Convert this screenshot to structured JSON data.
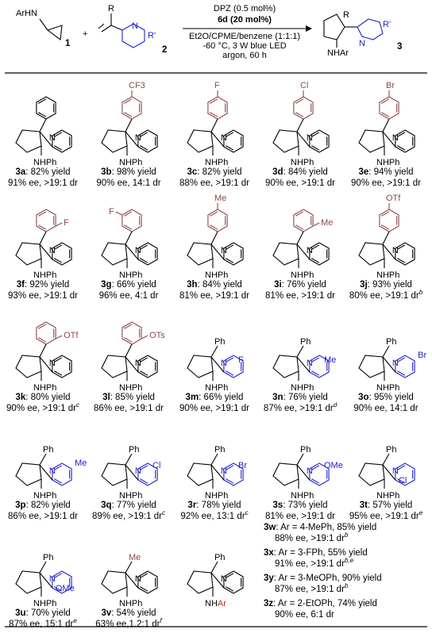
{
  "header": {
    "reactant1_label": "ArHN",
    "reactant1_num": "1",
    "plus": "+",
    "reactant2_r": "R",
    "n": "N",
    "reactant2_rprime": "R'",
    "reactant2_num": "2",
    "conditions": [
      "DPZ (0.5 mol%)",
      "6d (20 mol%)",
      "Et2O/CPME/benzene (1:1:1)",
      "-60 °C, 3 W blue LED",
      "argon, 60 h"
    ],
    "product_r": "R",
    "product_rprime": "R'",
    "product_nhar": "NHAr",
    "product_num": "3"
  },
  "entries": [
    {
      "id": "3a",
      "yield": ": 82% yield",
      "sel": "91% ee, >19:1 dr",
      "sup": "",
      "aryl": "",
      "asub": "",
      "ppos": "",
      "psub": "",
      "nh": "NHPh"
    },
    {
      "id": "3b",
      "yield": ": 98% yield",
      "sel": "90% ee, 14:1 dr",
      "sup": "",
      "aryl": "p",
      "asub": "CF3",
      "ppos": "",
      "psub": "",
      "nh": "NHPh"
    },
    {
      "id": "3c",
      "yield": ": 82% yield",
      "sel": "88% ee, >19:1 dr",
      "sup": "",
      "aryl": "p",
      "asub": "F",
      "ppos": "",
      "psub": "",
      "nh": "NHPh"
    },
    {
      "id": "3d",
      "yield": ": 84% yield",
      "sel": "90% ee, >19:1 dr",
      "sup": "",
      "aryl": "p",
      "asub": "Cl",
      "ppos": "",
      "psub": "",
      "nh": "NHPh"
    },
    {
      "id": "3e",
      "yield": ": 94% yield",
      "sel": "90% ee, >19:1 dr",
      "sup": "",
      "aryl": "p",
      "asub": "Br",
      "ppos": "",
      "psub": "",
      "nh": "NHPh"
    },
    {
      "id": "3f",
      "yield": ": 92% yield",
      "sel": "93% ee, >19:1 dr",
      "sup": "",
      "aryl": "m",
      "asub": "F",
      "ppos": "",
      "psub": "",
      "nh": "NHPh"
    },
    {
      "id": "3g",
      "yield": ": 66% yield",
      "sel": "96% ee, 4:1 dr",
      "sup": "",
      "aryl": "o",
      "asub": "F",
      "ppos": "",
      "psub": "",
      "nh": "NHPh"
    },
    {
      "id": "3h",
      "yield": ": 84% yield",
      "sel": "81% ee, >19:1 dr",
      "sup": "",
      "aryl": "p",
      "asub": "Me",
      "ppos": "",
      "psub": "",
      "nh": "NHPh"
    },
    {
      "id": "3i",
      "yield": ": 76% yield",
      "sel": "81% ee, >19:1 dr",
      "sup": "",
      "aryl": "m",
      "asub": "Me",
      "ppos": "",
      "psub": "",
      "nh": "NHPh"
    },
    {
      "id": "3j",
      "yield": ": 93% yield",
      "sel": "80% ee, >19:1 dr",
      "sup": "b",
      "aryl": "p",
      "asub": "OTf",
      "ppos": "",
      "psub": "",
      "nh": "NHPh"
    },
    {
      "id": "3k",
      "yield": ": 80% yield",
      "sel": "90% ee, >19:1 dr",
      "sup": "c",
      "aryl": "m",
      "asub": "OTf",
      "ppos": "",
      "psub": "",
      "nh": "NHPh"
    },
    {
      "id": "3l",
      "yield": ": 85% yield",
      "sel": "86% ee, >19:1 dr",
      "sup": "",
      "aryl": "m",
      "asub": "OTs",
      "ppos": "",
      "psub": "",
      "nh": "NHPh"
    },
    {
      "id": "3m",
      "yield": ": 66% yield",
      "sel": "90% ee, >19:1 dr",
      "sup": "",
      "aryl": "ph",
      "asub": "",
      "ppos": "3",
      "psub": "F",
      "nh": "NHPh"
    },
    {
      "id": "3n",
      "yield": ": 76% yield",
      "sel": "87% ee, >19:1 dr",
      "sup": "d",
      "aryl": "ph",
      "asub": "",
      "ppos": "3",
      "psub": "Me",
      "nh": "NHPh"
    },
    {
      "id": "3o",
      "yield": ": 95% yield",
      "sel": "90% ee, 14:1 dr",
      "sup": "",
      "aryl": "ph",
      "asub": "",
      "ppos": "4",
      "psub": "Br",
      "nh": "NHPh"
    },
    {
      "id": "3p",
      "yield": ": 82% yield",
      "sel": "86% ee, >19:1 dr",
      "sup": "",
      "aryl": "ph",
      "asub": "",
      "ppos": "4",
      "psub": "Me",
      "nh": "NHPh"
    },
    {
      "id": "3q",
      "yield": ": 77% yield",
      "sel": "89% ee, >19:1 dr",
      "sup": "c",
      "aryl": "ph",
      "asub": "",
      "ppos": "5",
      "psub": "Cl",
      "nh": "NHPh"
    },
    {
      "id": "3r",
      "yield": ": 78% yield",
      "sel": "92% ee, 13:1 dr",
      "sup": "c",
      "aryl": "ph",
      "asub": "",
      "ppos": "5",
      "psub": "Br",
      "nh": "NHPh"
    },
    {
      "id": "3s",
      "yield": ": 73% yield",
      "sel": "81% ee, >19:1 dr",
      "sup": "",
      "aryl": "ph",
      "asub": "",
      "ppos": "5",
      "psub": "OMe",
      "nh": "NHPh"
    },
    {
      "id": "3t",
      "yield": ": 57% yield",
      "sel": "95% ee, >19:1 dr",
      "sup": "e",
      "aryl": "ph",
      "asub": "",
      "ppos": "6",
      "psub": "Cl",
      "nh": "NHPh"
    },
    {
      "id": "3u",
      "yield": ": 70% yield",
      "sel": "87% ee, 15:1 dr",
      "sup": "e",
      "aryl": "ph",
      "asub": "",
      "ppos": "6",
      "psub": "OMe",
      "nh": "NHPh"
    },
    {
      "id": "3v",
      "yield": ": 54% yield",
      "sel": "63% ee,1.2:1 dr",
      "sup": "f",
      "aryl": "me",
      "asub": "",
      "ppos": "",
      "psub": "",
      "nh": "NHPh"
    },
    {
      "id": "",
      "yield": "",
      "sel": "",
      "sup": "",
      "aryl": "ph",
      "asub": "",
      "ppos": "",
      "psub": "",
      "nh": "NHAr"
    }
  ],
  "labels": {
    "ph": "Ph",
    "me": "Me",
    "n": "N",
    "nh": "NH",
    "ar": "Ar"
  },
  "variants": [
    {
      "id": "3w",
      "text": ": Ar = 4-MePh, 85% yield",
      "sel": "88% ee, >19:1 dr",
      "sup": "b"
    },
    {
      "id": "3x",
      "text": ": Ar = 3-FPh, 55% yield",
      "sel": "91% ee, >19:1 dr",
      "sup": "b,e"
    },
    {
      "id": "3y",
      "text": ": Ar = 3-MeOPh, 90% yield",
      "sel": "87% ee, >19:1 dr",
      "sup": "b"
    },
    {
      "id": "3z",
      "text": ": Ar = 2-EtOPh, 74% yield",
      "sel": "90% ee, 6:1 dr",
      "sup": ""
    }
  ],
  "colors": {
    "aryl": "#8b4a4a",
    "pyridine": "#2222cc",
    "ar_highlight": "#e02020",
    "ink": "#000000"
  }
}
